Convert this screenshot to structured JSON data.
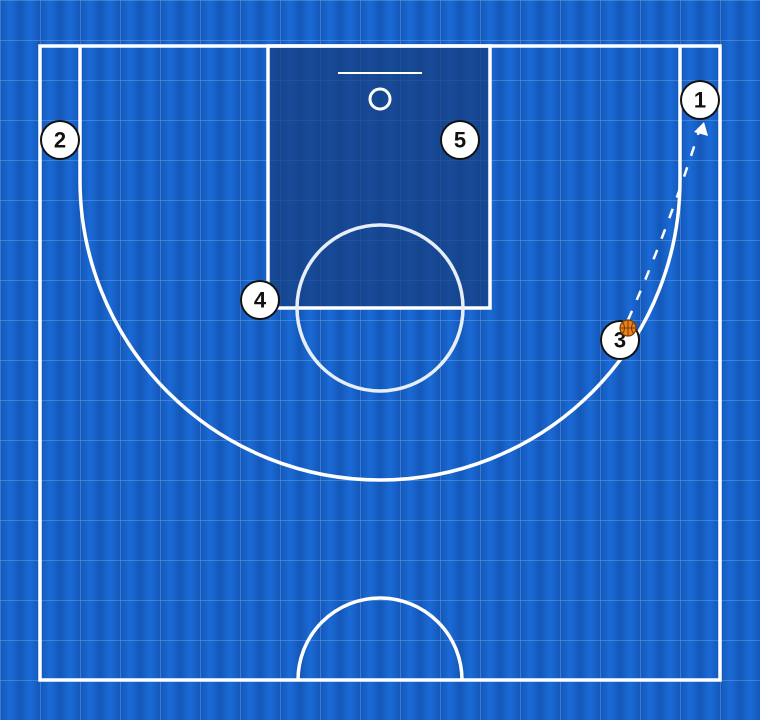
{
  "diagram": {
    "type": "basketball-half-court-play",
    "colors": {
      "court": "#1565c8",
      "paint": "#1a4f95",
      "grid": "#5f97da",
      "lines": "#ffffff",
      "player_fill": "#ffffff",
      "player_text": "#111111",
      "ball": "#e8821e"
    },
    "players": [
      {
        "label": "1"
      },
      {
        "label": "2"
      },
      {
        "label": "3"
      },
      {
        "label": "4"
      },
      {
        "label": "5"
      }
    ],
    "ball_holder": "3",
    "action": {
      "type": "pass",
      "from": "3",
      "to": "1",
      "style": "dashed-arrow"
    }
  }
}
